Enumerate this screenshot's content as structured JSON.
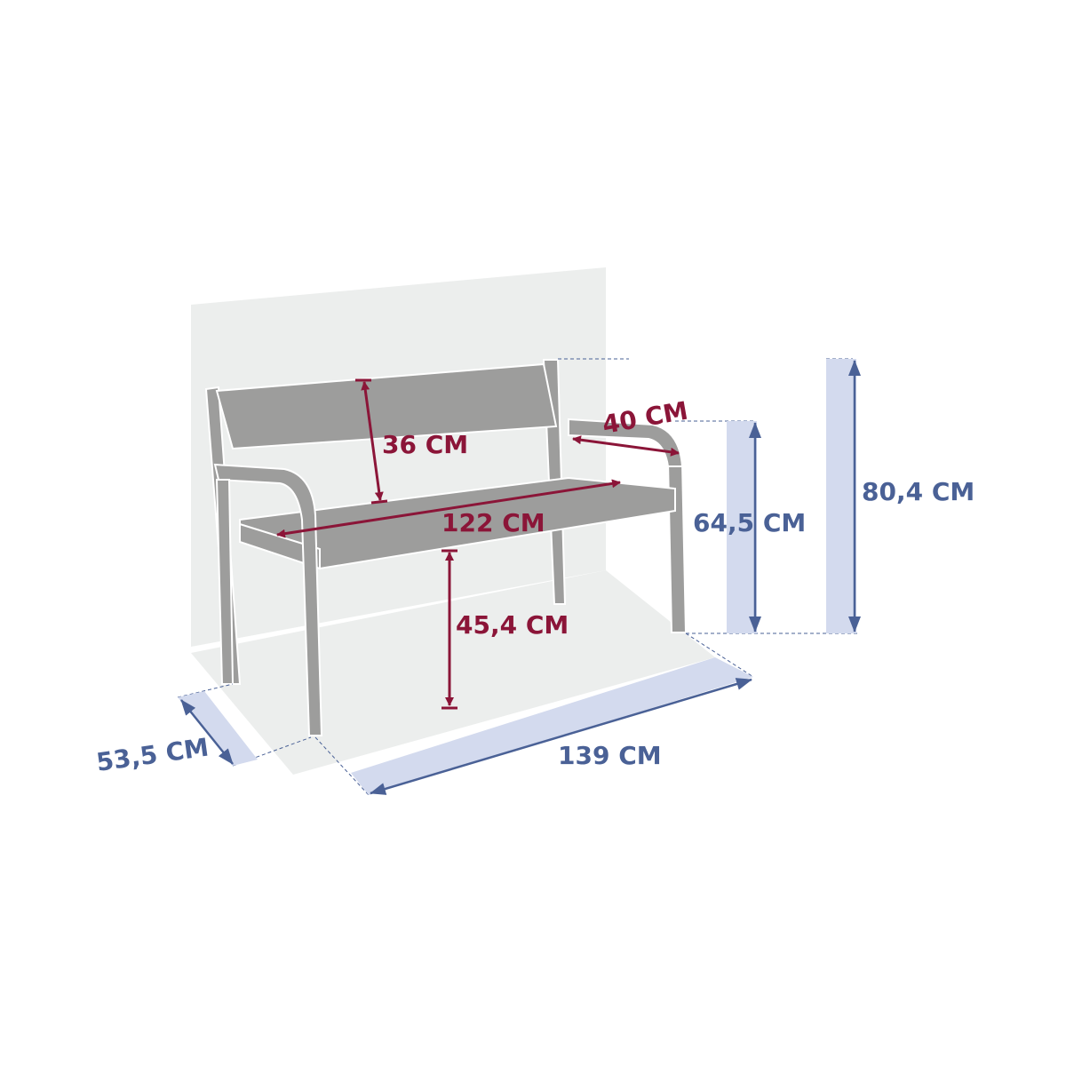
{
  "colors": {
    "bench": "#9d9d9c",
    "wall": "#eceeed",
    "inner_dim": "#8b1538",
    "outer_dim": "#4a6196",
    "band": "#d3daee"
  },
  "dimensions": {
    "backrest_height": "36 CM",
    "armrest_depth": "40 CM",
    "seat_width": "122 CM",
    "seat_height": "45,4 CM",
    "armrest_height": "64,5 CM",
    "total_height": "80,4 CM",
    "total_depth": "53,5 CM",
    "total_width": "139 CM"
  }
}
